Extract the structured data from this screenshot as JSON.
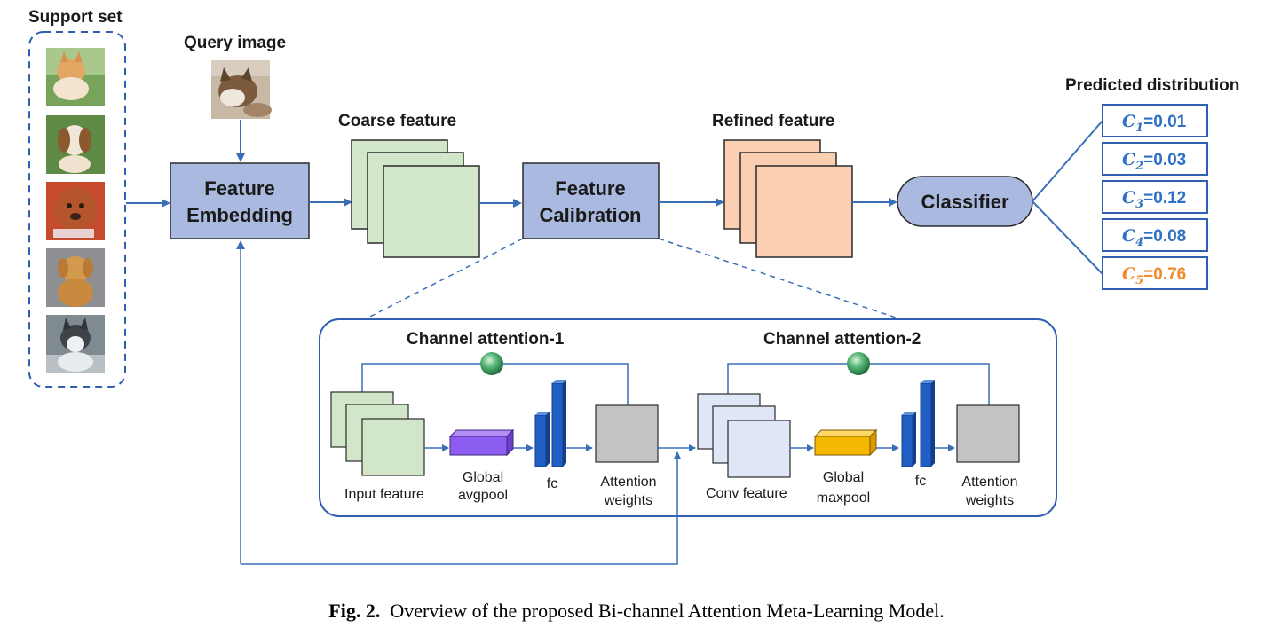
{
  "labels": {
    "support_set": "Support set",
    "query_image": "Query image",
    "coarse_feature": "Coarse feature",
    "refined_feature": "Refined feature",
    "predicted_distribution": "Predicted distribution",
    "feature_embedding_1": "Feature",
    "feature_embedding_2": "Embedding",
    "feature_calibration_1": "Feature",
    "feature_calibration_2": "Calibration",
    "classifier": "Classifier",
    "channel_attention_1": "Channel attention-1",
    "channel_attention_2": "Channel attention-2",
    "input_feature": "Input feature",
    "global_avgpool_1": "Global",
    "global_avgpool_2": "avgpool",
    "fc_1": "fc",
    "attention_weights_1a": "Attention",
    "attention_weights_1b": "weights",
    "conv_feature": "Conv feature",
    "global_maxpool_1": "Global",
    "global_maxpool_2": "maxpool",
    "fc_2": "fc",
    "attention_weights_2a": "Attention",
    "attention_weights_2b": "weights"
  },
  "distribution": [
    {
      "cls": "C",
      "sub": "1",
      "value": "=0.01",
      "color": "#2f6fc4"
    },
    {
      "cls": "C",
      "sub": "2",
      "value": "=0.03",
      "color": "#2f6fc4"
    },
    {
      "cls": "C",
      "sub": "3",
      "value": "=0.12",
      "color": "#2f6fc4"
    },
    {
      "cls": "C",
      "sub": "4",
      "value": "=0.08",
      "color": "#2f6fc4"
    },
    {
      "cls": "C",
      "sub": "5",
      "value": "=0.76",
      "color": "#f08a2c"
    }
  ],
  "caption": {
    "fig": "Fig. 2.",
    "text": "Overview of the proposed Bi-channel Attention Meta-Learning Model."
  },
  "colors": {
    "arrow": "#3a6fb8",
    "box_fill": "#a9b9df",
    "coarse_fill": "#d2e6c9",
    "refined_fill": "#fbcfb1",
    "accent_blue": "#2f6fc4",
    "accent_orange": "#f08a2c"
  },
  "images": {
    "support": [
      "corgi-puppy-photo",
      "beagle-puppy-photo",
      "poodle-puppy-photo",
      "golden-retriever-puppy-photo",
      "husky-puppy-photo"
    ],
    "query": "husky-dog-photo"
  }
}
